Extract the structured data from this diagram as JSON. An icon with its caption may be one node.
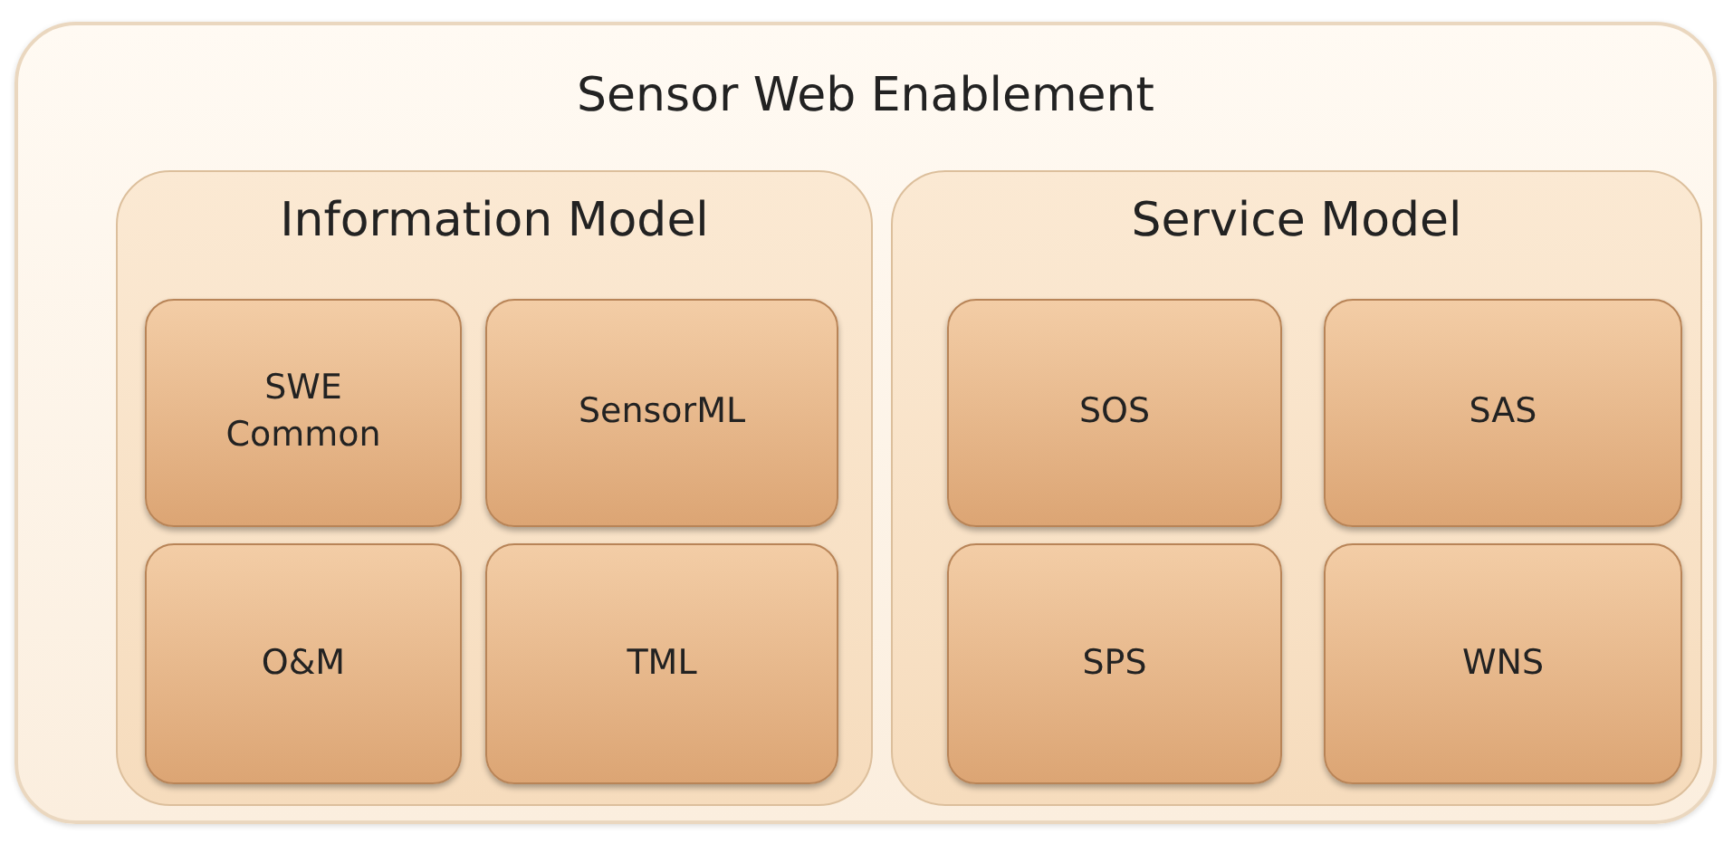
{
  "diagram": {
    "nodes": [
      {
        "text": [
          "Sensor Web Enablement"
        ]
      },
      {
        "text": [
          "Information Model"
        ],
        "in": 0
      },
      {
        "text": [
          "SWE Common"
        ],
        "in": 1
      },
      {
        "text": [
          "SensorML"
        ],
        "in": 1
      },
      {
        "text": [
          "O&M"
        ],
        "in": 1
      },
      {
        "text": [
          "TML"
        ],
        "in": 1
      },
      {
        "text": [
          "Service Model"
        ],
        "in": 0
      },
      {
        "text": [
          "SOS"
        ],
        "in": 6
      },
      {
        "text": [
          "SAS"
        ],
        "in": 6
      },
      {
        "text": [
          "SPS"
        ],
        "in": 6
      },
      {
        "text": [
          "WNS"
        ],
        "in": 6
      }
    ]
  }
}
